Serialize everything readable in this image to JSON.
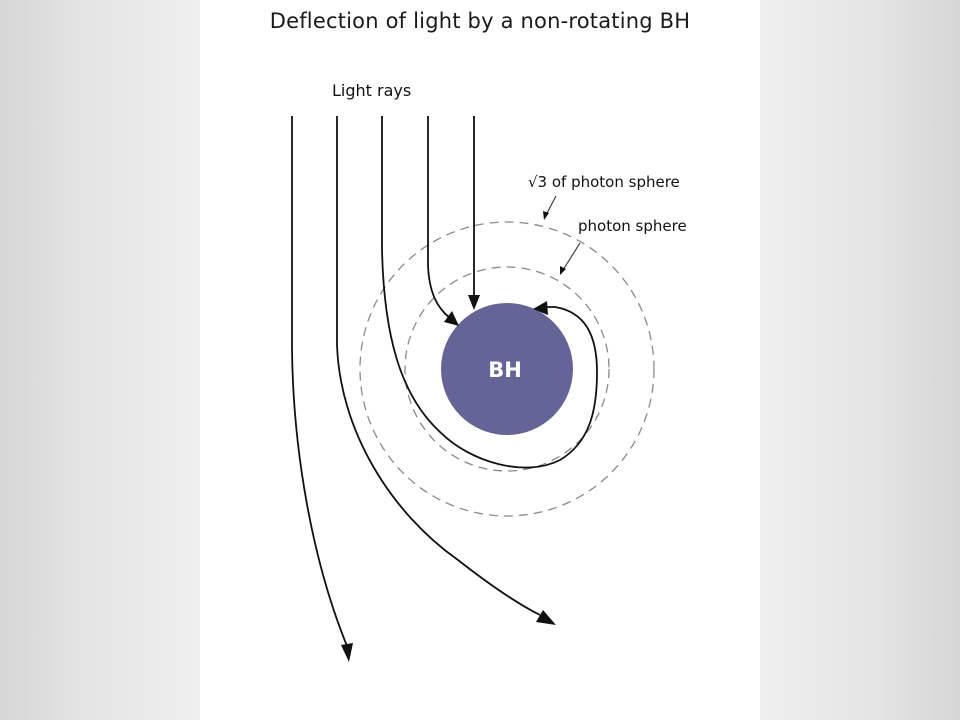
{
  "title": "Deflection of light by a non-rotating BH",
  "labels": {
    "light_rays": "Light rays",
    "sqrt3_photon_sphere": "√3 of photon sphere",
    "photon_sphere": "photon sphere",
    "black_hole": "BH"
  },
  "colors": {
    "black_hole_fill": "#646496",
    "ray_stroke": "#111111",
    "dashed_circle_stroke": "#8a8a8a",
    "slide_background": "#ffffff",
    "page_background": "#e6e6e6"
  }
}
